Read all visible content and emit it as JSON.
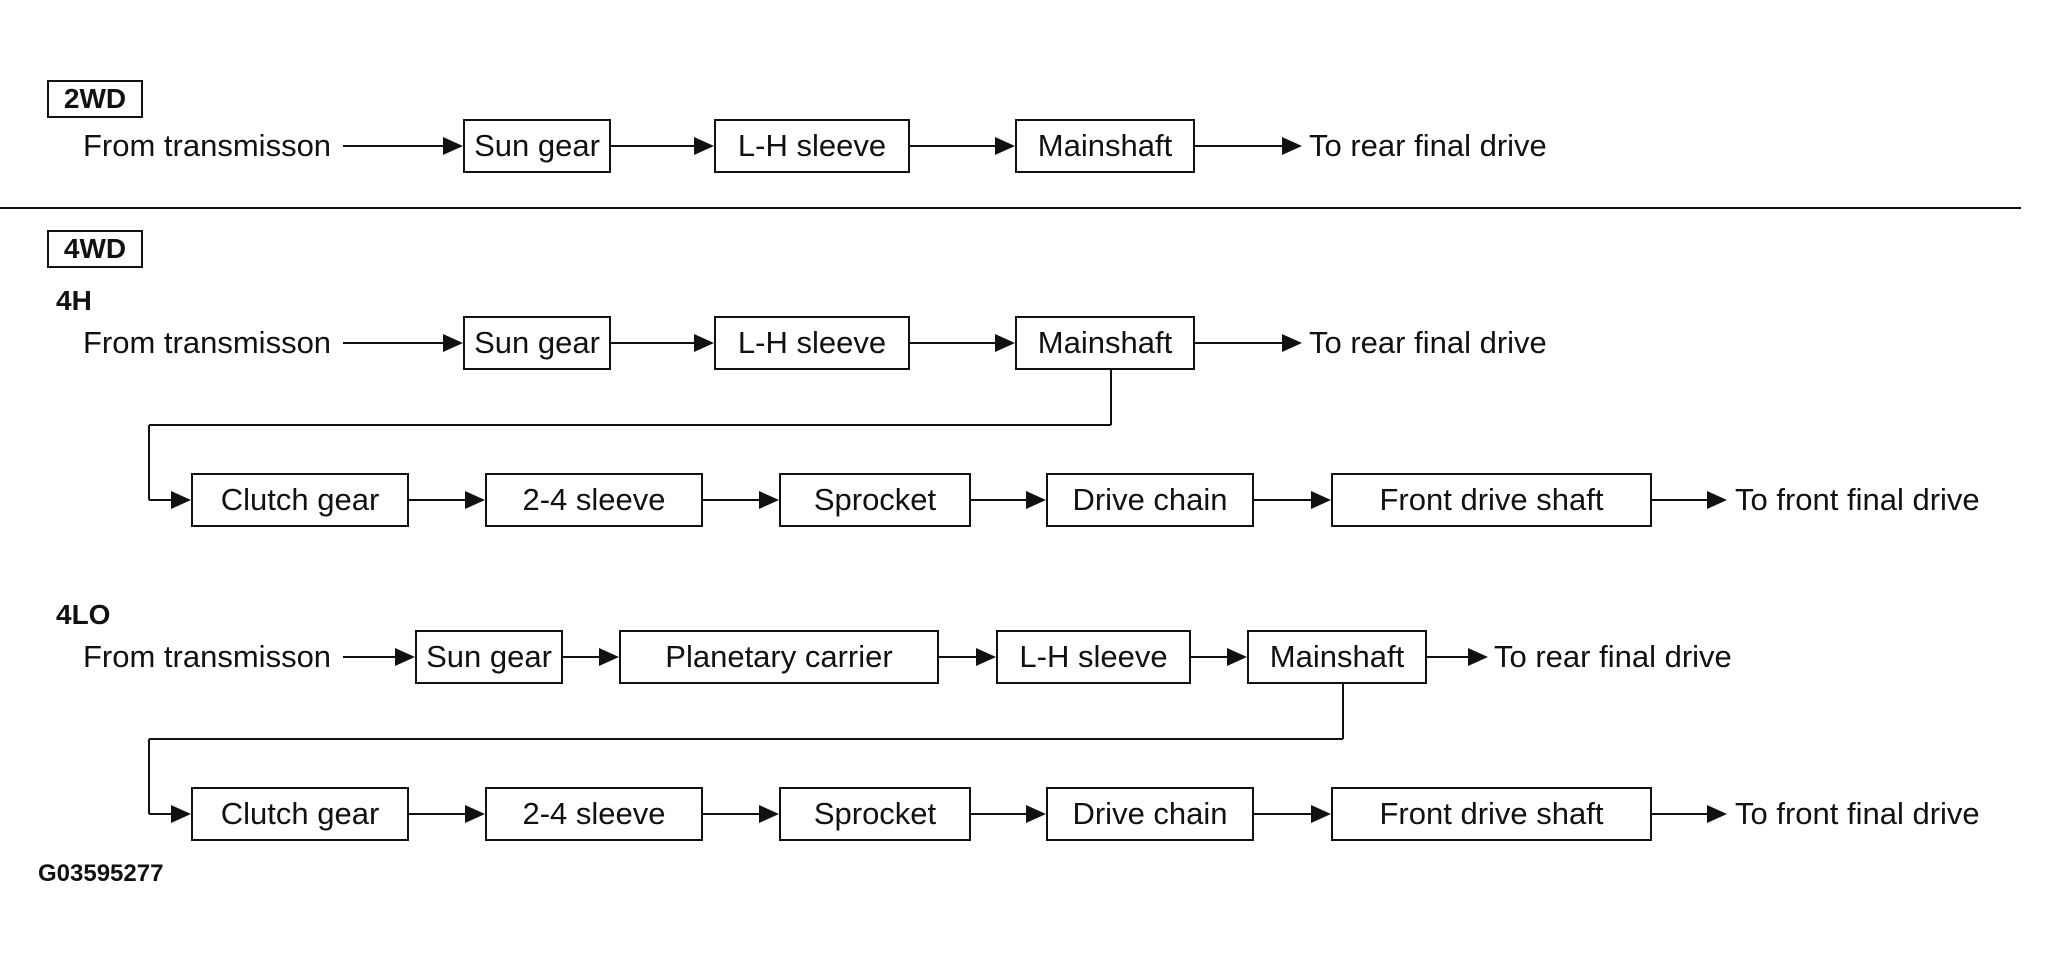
{
  "sections": {
    "two_wd": {
      "tag": "2WD"
    },
    "four_wd": {
      "tag": "4WD"
    }
  },
  "flows": {
    "two_wd": {
      "source": "From transmisson",
      "nodes": [
        "Sun gear",
        "L-H sleeve",
        "Mainshaft"
      ],
      "destination": "To rear final drive"
    },
    "four_h": {
      "mode": "4H",
      "source": "From transmisson",
      "nodes": [
        "Sun gear",
        "L-H sleeve",
        "Mainshaft"
      ],
      "destination": "To rear final drive",
      "branch_nodes": [
        "Clutch gear",
        "2-4 sleeve",
        "Sprocket",
        "Drive chain",
        "Front drive shaft"
      ],
      "branch_destination": "To front final drive"
    },
    "four_lo": {
      "mode": "4LO",
      "source": "From transmisson",
      "nodes": [
        "Sun gear",
        "Planetary carrier",
        "L-H sleeve",
        "Mainshaft"
      ],
      "destination": "To rear final drive",
      "branch_nodes": [
        "Clutch gear",
        "2-4 sleeve",
        "Sprocket",
        "Drive chain",
        "Front drive shaft"
      ],
      "branch_destination": "To front final drive"
    }
  },
  "figure_code": "G03595277"
}
